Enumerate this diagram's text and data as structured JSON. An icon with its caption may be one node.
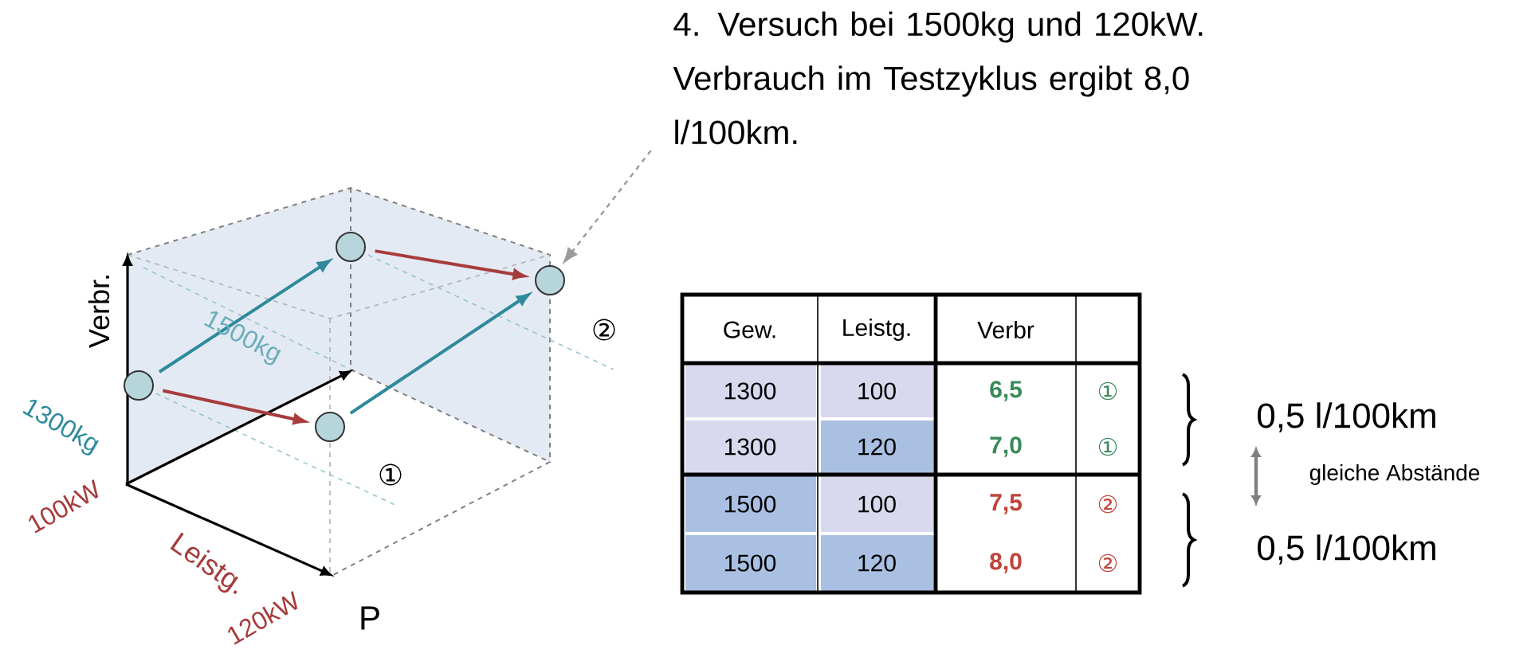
{
  "diagram": {
    "nodes": [
      {
        "text": [
          "4. Versuch bei 1500kg und 120kW. Verbrauch im Testzyklus ergibt 8,0 l/100km."
        ]
      },
      {
        "text": [],
        "shape": "circle"
      },
      {
        "text": [],
        "shape": "circle"
      },
      {
        "text": [],
        "shape": "circle"
      },
      {
        "text": [],
        "shape": "circle"
      }
    ],
    "edges": [
      {
        "from": 1,
        "to": 3,
        "arrow": "to",
        "color": "#2e8a9c"
      },
      {
        "from": 1,
        "to": 2,
        "arrow": "to",
        "color": "#a63c3c"
      },
      {
        "from": 2,
        "to": 4,
        "arrow": "to",
        "color": "#2e8a9c"
      },
      {
        "from": 3,
        "to": 4,
        "arrow": "to",
        "color": "#a63c3c"
      },
      {
        "from": 0,
        "to": 4,
        "arrow": "to",
        "style": "dashed",
        "color": "#9a9a9a"
      }
    ],
    "labels": [
      "Verbr.",
      "1500kg",
      "1300kg",
      "100kW",
      "Leistg.",
      "120kW",
      "P",
      "①",
      "②",
      "Gew.",
      "Leistg.",
      "Verbr",
      "1300",
      "100",
      "6,5",
      "①",
      "1300",
      "120",
      "7,0",
      "①",
      "1500",
      "100",
      "7,5",
      "②",
      "1500",
      "120",
      "8,0",
      "②",
      "0,5 l/100km",
      "gleiche Abstände",
      "0,5 l/100km"
    ]
  }
}
